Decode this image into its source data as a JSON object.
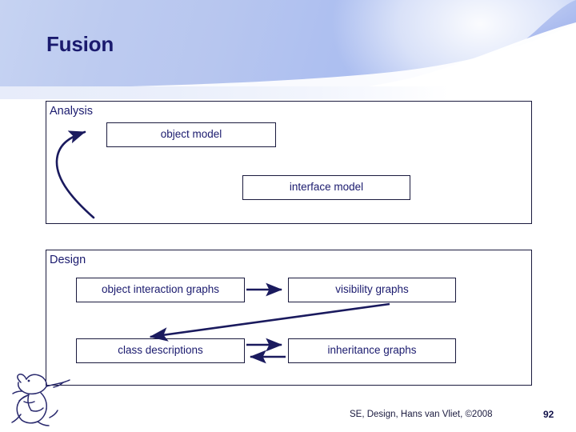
{
  "slide": {
    "title": "Fusion",
    "accent_color": "#1a1a6e",
    "line_color": "#1a1a3e",
    "header_blue": "#b2c2f0"
  },
  "analysis": {
    "label": "Analysis",
    "boxes": [
      {
        "id": "object-model",
        "label": "object model"
      },
      {
        "id": "interface-model",
        "label": "interface model"
      }
    ],
    "arrows": [
      {
        "name": "curved-feedback-arrow",
        "from": "bottom",
        "to": "object-model",
        "style": "curved"
      }
    ]
  },
  "design": {
    "label": "Design",
    "boxes": [
      {
        "id": "object-interaction-graphs",
        "label": "object interaction graphs"
      },
      {
        "id": "visibility-graphs",
        "label": "visibility graphs"
      },
      {
        "id": "class-descriptions",
        "label": "class descriptions"
      },
      {
        "id": "inheritance-graphs",
        "label": "inheritance graphs"
      }
    ],
    "arrows": [
      {
        "name": "oi-to-visibility",
        "from": "object-interaction-graphs",
        "to": "visibility-graphs",
        "style": "straight"
      },
      {
        "name": "visibility-to-class-descriptions",
        "from": "visibility-graphs",
        "to": "class-descriptions",
        "style": "diagonal"
      },
      {
        "name": "class-descriptions-to-inheritance",
        "from": "class-descriptions",
        "to": "inheritance-graphs",
        "style": "straight"
      },
      {
        "name": "inheritance-to-class-descriptions",
        "from": "inheritance-graphs",
        "to": "class-descriptions",
        "style": "straight"
      }
    ]
  },
  "footer": {
    "credit": "SE, Design, Hans van Vliet, ©2008",
    "page_number": "92",
    "logo_name": "griffin-logo"
  }
}
